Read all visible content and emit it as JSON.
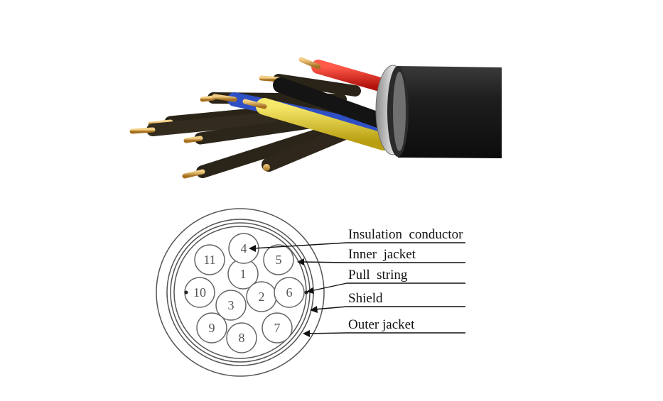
{
  "photo": {
    "description_icon": "multicore-control-cable-photo",
    "colors": {
      "outer_jacket": "#1c1c1c",
      "shield": "#b9b9b9",
      "red_core": "#e3251c",
      "yellow_core": "#e8d21a",
      "blue_core": "#2f4fc4",
      "dark_core": "#2a2418",
      "copper": "#d8a04a"
    }
  },
  "cross_section": {
    "conductor_numbers": [
      "1",
      "2",
      "3",
      "4",
      "5",
      "6",
      "7",
      "8",
      "9",
      "10",
      "11"
    ]
  },
  "labels": {
    "insulation_conductor": "Insulation  conductor",
    "inner_jacket": "Inner  jacket",
    "pull_string": "Pull  string",
    "shield": "Shield",
    "outer_jacket": "Outer jacket"
  }
}
